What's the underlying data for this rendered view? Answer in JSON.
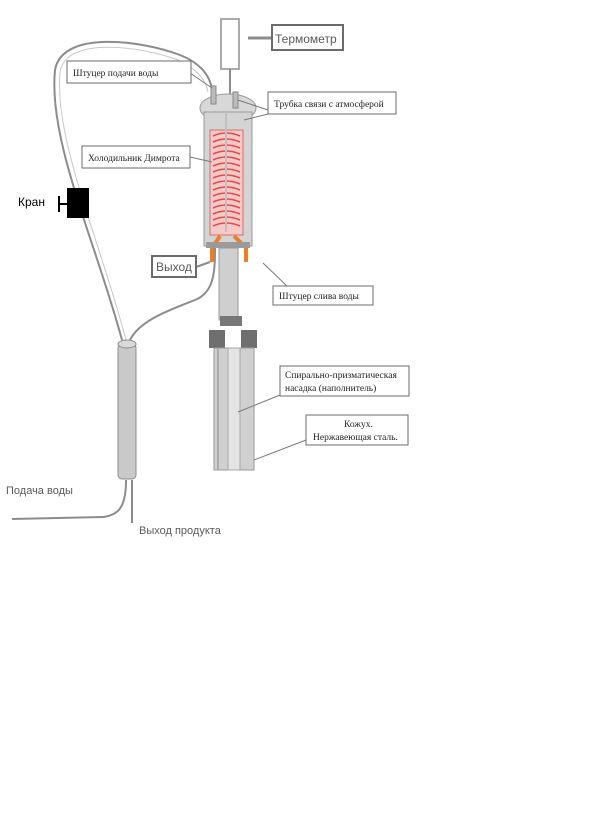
{
  "labels": {
    "thermometer": "Термометр",
    "water_inlet_fitting": "Штуцер подачи воды",
    "atmosphere_tube": "Трубка связи с атмосферой",
    "dimroth_condenser": "Холодильник Димрота",
    "valve": "Кран",
    "outlet": "Выход",
    "water_drain_fitting": "Штуцер слива воды",
    "packing_line1": "Спирально-призматическая",
    "packing_line2": "насадка (наполнитель)",
    "casing_line1": "Кожух.",
    "casing_line2": "Нержавеющая сталь.",
    "water_supply": "Подача воды",
    "product_outlet": "Выход продукта"
  },
  "colors": {
    "tube_gray": "#bcbcbc",
    "line_gray": "#8c8c8c",
    "label_border": "#6b6b6b",
    "coil_red": "#e0484a",
    "coil_fill": "#f5b9b6",
    "orange": "#ef7d22",
    "dark_block": "#6f6f6f",
    "valve_black": "#000000"
  }
}
